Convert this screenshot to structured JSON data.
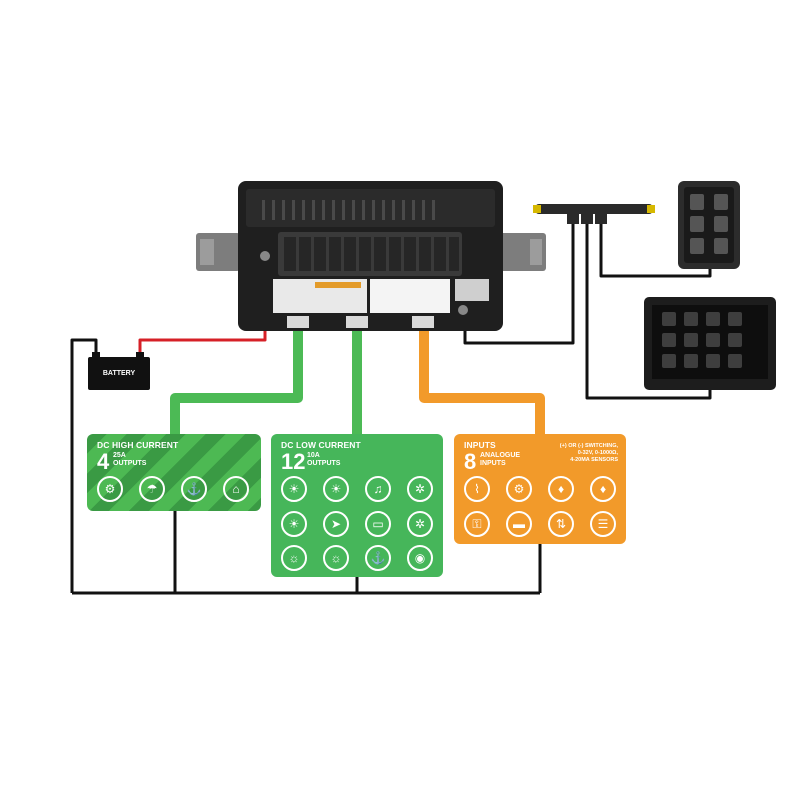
{
  "battery": {
    "label": "BATTERY"
  },
  "hi_current": {
    "title": "DC HIGH CURRENT",
    "count": "4",
    "rating": "25A",
    "kind": "OUTPUTS",
    "icons": [
      "bilge-pump-icon",
      "washdown-pump-icon",
      "windlass-icon",
      "trim-tab-icon"
    ]
  },
  "lo_current": {
    "title": "DC LOW CURRENT",
    "count": "12",
    "rating": "10A",
    "kind": "OUTPUTS",
    "icons": [
      "light-icon",
      "light-icon",
      "horn-icon",
      "fan-icon",
      "light-icon",
      "pointer-light-icon",
      "display-icon",
      "fan-icon",
      "nav-light-icon",
      "deck-light-icon",
      "anchor-icon",
      "bait-tank-icon"
    ]
  },
  "inputs": {
    "title": "INPUTS",
    "count": "8",
    "rating": "ANALOGUE",
    "kind": "INPUTS",
    "note_line1": "(+) OR (-) SWITCHING,",
    "note_line2": "0-32V, 0-1000Ω,",
    "note_line3": "4-20MA SENSORS",
    "icons": [
      "temperature-icon",
      "gear-sensor-icon",
      "water-level-icon",
      "fuel-level-icon",
      "lock-icon",
      "battery-sensor-icon",
      "switch-icon",
      "switch-panel-icon"
    ]
  },
  "colors": {
    "green": "#46b65a",
    "orange": "#f29a2a",
    "wire_red": "#d62027",
    "wire_black": "#111111"
  }
}
